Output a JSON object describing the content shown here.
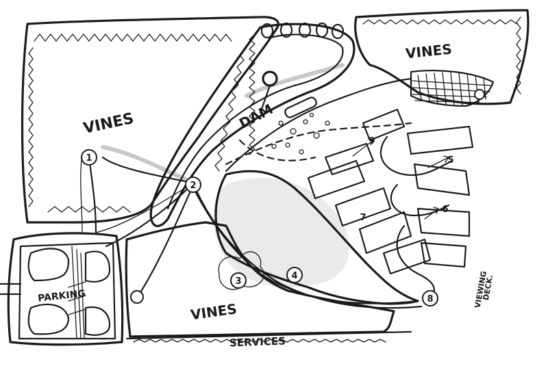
{
  "labels": {
    "vines_left": "VINES",
    "vines_right": "VINES",
    "vines_bottom": "VINES",
    "dam": "DAM",
    "parking": "PARKING",
    "services": "SERVICES",
    "viewing_deck_1": "VIEWING",
    "viewing_deck_2": "DECK."
  },
  "markers": {
    "m1": "1",
    "m2": "2",
    "m3": "3",
    "m4": "4",
    "m5": "5",
    "m6": "6",
    "m7": "7",
    "m8": "8",
    "m9": "9"
  }
}
